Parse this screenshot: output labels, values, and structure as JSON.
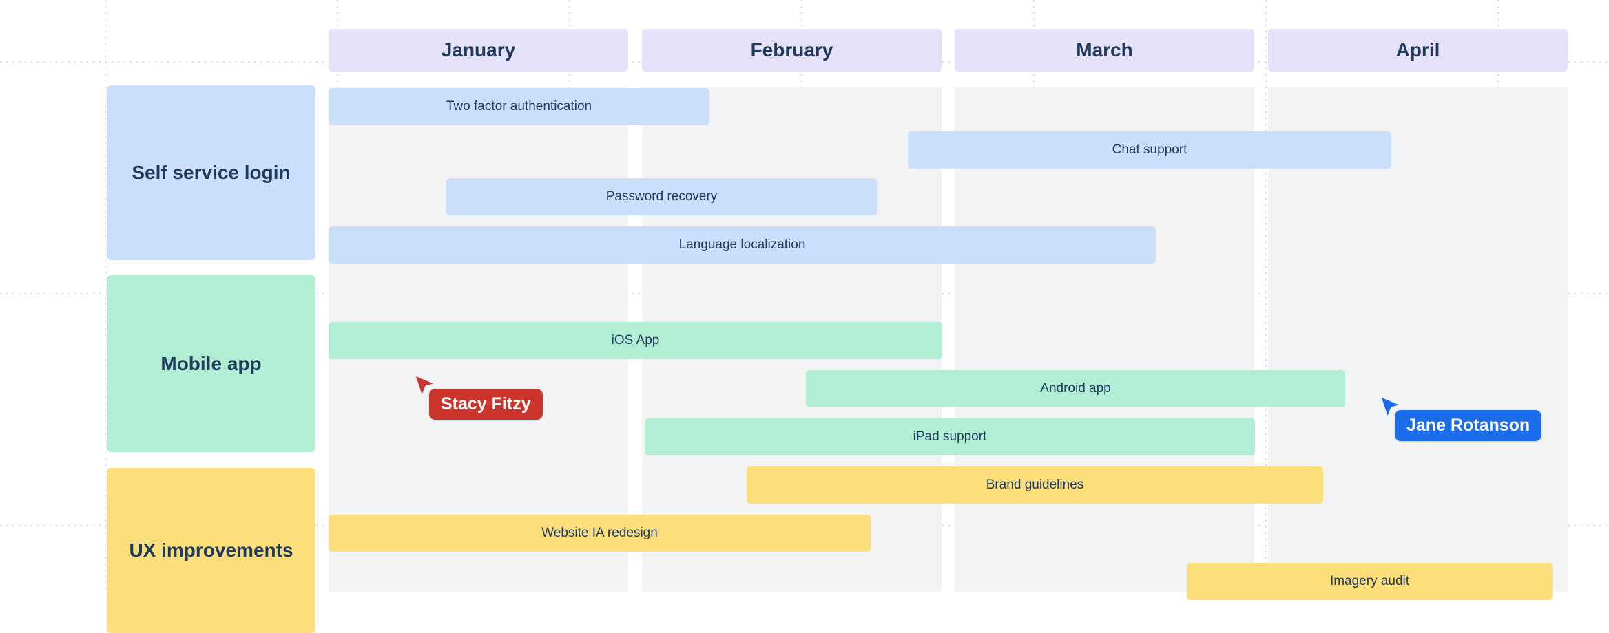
{
  "colors": {
    "month_header_bg": "#e5e1f9",
    "column_bg": "#f2f3f5",
    "blue": "#cbdffc",
    "green": "#b2eed4",
    "yellow": "#fcdf7a",
    "text": "#1e3a5c",
    "grid_dot": "#d8d8da",
    "cursor_red": "#cb352b",
    "cursor_blue": "#1a6ce8",
    "cursor_label_text": "#ffffff"
  },
  "cursors": [
    {
      "name": "Stacy Fitzy",
      "color": "#cb352b"
    },
    {
      "name": "Jane Rotanson",
      "color": "#1a6ce8"
    }
  ],
  "chart_data": {
    "type": "bar",
    "variant": "gantt-roadmap",
    "x_categories": [
      "January",
      "February",
      "March",
      "April"
    ],
    "x_range_months": [
      0,
      4
    ],
    "grid": "dotted",
    "groups": [
      {
        "label": "Self service login",
        "color": "#cbdffc",
        "tasks": [
          {
            "label": "Two factor authentication",
            "start_month": 0.0,
            "end_month": 1.23,
            "lane": 0
          },
          {
            "label": "Chat support",
            "start_month": 1.87,
            "end_month": 3.43,
            "lane": 1
          },
          {
            "label": "Password recovery",
            "start_month": 0.38,
            "end_month": 1.77,
            "lane": 2
          },
          {
            "label": "Language localization",
            "start_month": 0.0,
            "end_month": 2.67,
            "lane": 3
          }
        ]
      },
      {
        "label": "Mobile app",
        "color": "#b2eed4",
        "tasks": [
          {
            "label": "iOS App",
            "start_month": 0.0,
            "end_month": 1.98,
            "lane": 1
          },
          {
            "label": "Android app",
            "start_month": 1.54,
            "end_month": 3.28,
            "lane": 2
          },
          {
            "label": "iPad support",
            "start_month": 1.02,
            "end_month": 2.99,
            "lane": 3
          }
        ]
      },
      {
        "label": "UX improvements",
        "color": "#fcdf7a",
        "tasks": [
          {
            "label": "Brand guidelines",
            "start_month": 1.35,
            "end_month": 3.21,
            "lane": 0
          },
          {
            "label": "Website IA redesign",
            "start_month": 0.0,
            "end_month": 1.75,
            "lane": 1
          },
          {
            "label": "Imagery audit",
            "start_month": 2.77,
            "end_month": 3.95,
            "lane": 2
          }
        ]
      }
    ]
  }
}
